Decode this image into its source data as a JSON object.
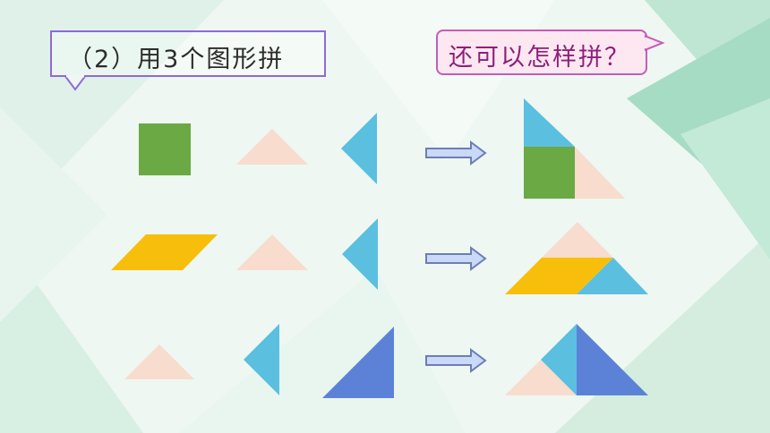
{
  "header": {
    "title": "（2）用3个图形拼",
    "question": "还可以怎样拼？"
  },
  "colors": {
    "square": "#6aa944",
    "pink_triangle": "#f8dccd",
    "cyan_triangle": "#5bbfdf",
    "yellow_parallelogram": "#f7bf0b",
    "blue_triangle": "#5c82d8",
    "title_border": "#8f6ad6",
    "question_border": "#c65bb7",
    "question_fill": "#fde8f1",
    "arrow_fill": "#c9d9f6",
    "arrow_stroke": "#6c7db8"
  },
  "rows": [
    {
      "inputs": [
        "square",
        "pink-triangle",
        "cyan-triangle"
      ],
      "result": [
        "cyan-triangle",
        "square",
        "pink-triangle"
      ]
    },
    {
      "inputs": [
        "yellow-parallelogram",
        "pink-triangle",
        "cyan-triangle"
      ],
      "result": [
        "pink-triangle",
        "yellow-parallelogram",
        "cyan-triangle"
      ]
    },
    {
      "inputs": [
        "pink-triangle",
        "cyan-triangle",
        "blue-triangle"
      ],
      "result": [
        "pink-triangle",
        "cyan-triangle",
        "blue-triangle"
      ]
    }
  ]
}
